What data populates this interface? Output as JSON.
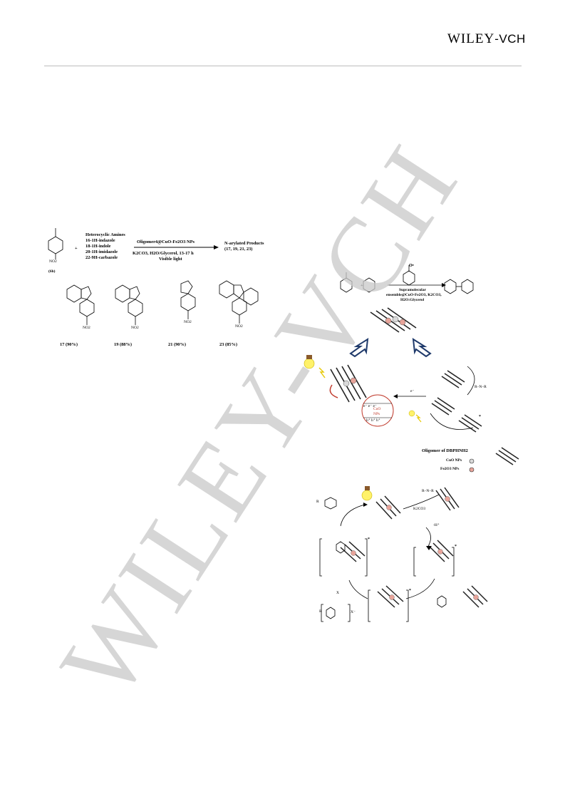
{
  "header": {
    "brand_main": "WILEY",
    "brand_suffix": "-VCH"
  },
  "watermark": {
    "text": "WILEY-VCH",
    "color": "#c8c8c8"
  },
  "scheme_left": {
    "substrate_label": "(6b)",
    "substrate_group": "NO2",
    "plus": "+",
    "amines_title": "Heterocyclic Amines",
    "amines": [
      "16-1H-indazole",
      "18-1H-indole",
      "20-1H-imidazole",
      "22-9H-carbazole"
    ],
    "catalyst": "Oligomer4@CuO-Fe2O3 NPs",
    "conditions": "K2CO3, H2O/Glycerol, 13-17 h",
    "light": "Visible light",
    "product_title": "N-arylated Products",
    "product_ids": "(17, 19, 21, 23)",
    "yields": [
      "17 (90%)",
      "19 (88%)",
      "21 (90%)",
      "23 (85%)"
    ],
    "product_group": "NO2"
  },
  "scheme_right": {
    "top_reagent_plus": "+",
    "top_catalyst_1": "Supramolecular",
    "top_catalyst_2": "ensemble@CuO-Fe2O3, K2CO3,",
    "top_catalyst_3": "H2O:Glycerol",
    "tempo_radical": "O•",
    "mech_charges_top": "e⁻ e⁻ e⁻",
    "mech_cuo": "CuO",
    "mech_nps": "NPs",
    "mech_charges_bottom": "h⁺ h⁺ h⁺",
    "electron": "e⁻",
    "amine_label": "R–N–R",
    "oligomer_label": "Oligomer of DBPHNH2",
    "legend_cuo": "CuO NPs",
    "legend_fe2o3": "Fe2O3 NPs",
    "cuo_color": "#d9d9d9",
    "fe2o3_color": "#e7a49a",
    "k2co3": "K2CO3",
    "h_plus": "-H⁺",
    "star": "*",
    "x_label": "X⁻",
    "x_short": "X",
    "cycle_r": "R"
  }
}
